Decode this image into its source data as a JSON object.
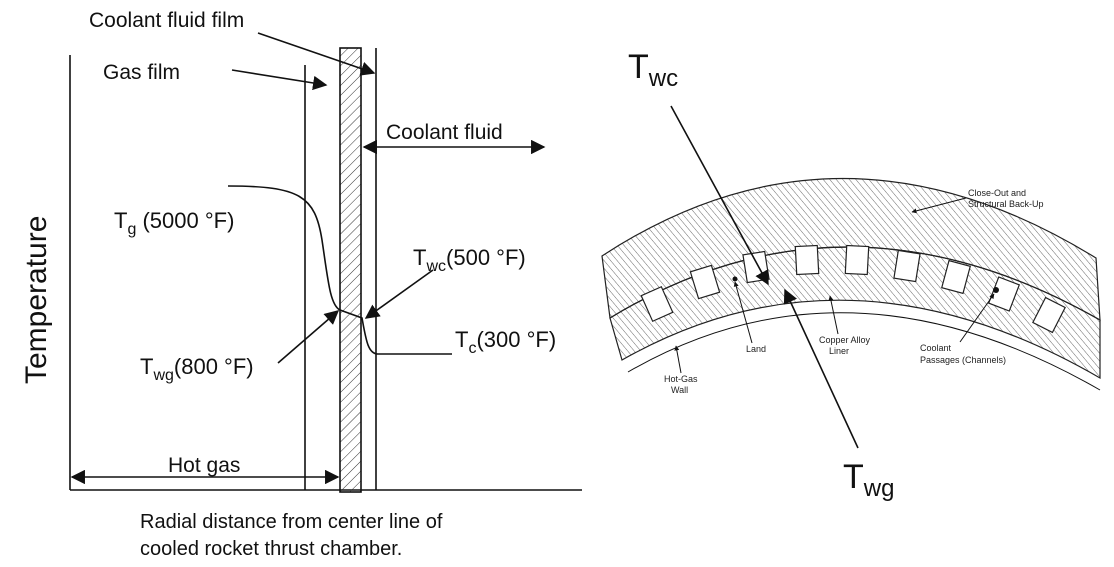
{
  "left_diagram": {
    "labels": {
      "coolant_fluid_film": "Coolant fluid film",
      "gas_film": "Gas film",
      "coolant_fluid": "Coolant fluid",
      "y_axis": "Temperature",
      "tg": {
        "main": "T",
        "sub": "g",
        "value": " (5000 °F)"
      },
      "twc": {
        "main": "T",
        "sub": "wc",
        "value": "(500 °F)"
      },
      "twg": {
        "main": "T",
        "sub": "wg",
        "value": "(800 °F)"
      },
      "tc": {
        "main": "T",
        "sub": "c",
        "value": "(300 °F)"
      },
      "hot_gas": "Hot gas",
      "caption_line1": "Radial distance from center line of",
      "caption_line2": "cooled rocket thrust chamber."
    }
  },
  "right_diagram": {
    "labels": {
      "twc": {
        "main": "T",
        "sub": "wc"
      },
      "twg": {
        "main": "T",
        "sub": "wg"
      },
      "close_out_line1": "Close-Out and",
      "close_out_line2": "Structural Back-Up",
      "land": "Land",
      "copper_line1": "Copper Alloy",
      "copper_line2": "Liner",
      "coolant_line1": "Coolant",
      "coolant_line2": "Passages (Channels)",
      "hotgas_line1": "Hot-Gas",
      "hotgas_line2": "Wall"
    }
  }
}
